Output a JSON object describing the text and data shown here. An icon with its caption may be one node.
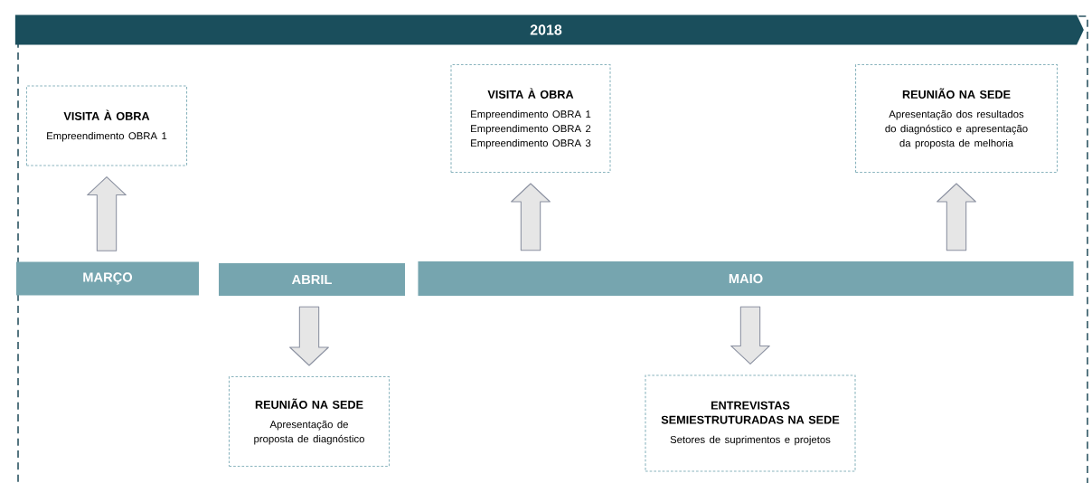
{
  "diagram": {
    "nodes": [
      {
        "text": [
          "2018"
        ]
      },
      {
        "text": [
          "VISITA À OBRA",
          "Empreendimento OBRA 1"
        ]
      },
      {
        "text": [
          "VISITA À OBRA",
          "Empreendimento OBRA 1 Empreendimento OBRA 2 Empreendimento OBRA 3"
        ]
      },
      {
        "text": [
          "REUNIÃO NA SEDE",
          "Apresentação dos resultados do diagnóstico e apresentação da proposta de melhoria"
        ]
      },
      {
        "text": [
          "MARÇO"
        ]
      },
      {
        "text": [
          "ABRIL"
        ]
      },
      {
        "text": [
          "MAIO"
        ]
      },
      {
        "text": [
          "REUNIÃO NA SEDE",
          "Apresentação de proposta de diagnóstico"
        ]
      },
      {
        "text": [
          "ENTREVISTAS SEMIESTRUTURADAS NA SEDE",
          "Setores de suprimentos e projetos"
        ]
      }
    ],
    "edges": [
      {
        "from": 4,
        "to": 1,
        "arrow": "to"
      },
      {
        "from": 6,
        "to": 2,
        "arrow": "to"
      },
      {
        "from": 6,
        "to": 3,
        "arrow": "to"
      },
      {
        "from": 5,
        "to": 7,
        "arrow": "to"
      },
      {
        "from": 6,
        "to": 8,
        "arrow": "to"
      }
    ]
  }
}
